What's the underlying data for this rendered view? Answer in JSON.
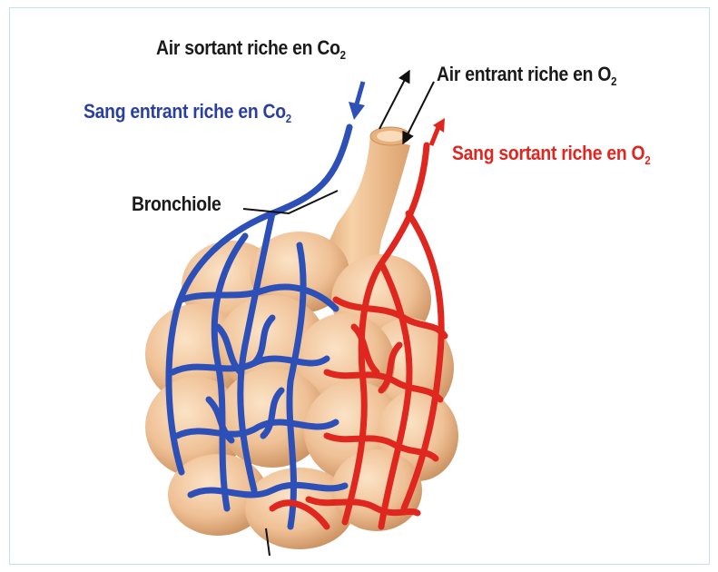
{
  "labels": {
    "air_out": {
      "text": "Air sortant riche  en Co",
      "sub": "2"
    },
    "air_in": {
      "text": "Air entrant riche  en O",
      "sub": "2"
    },
    "blood_in": {
      "text": "Sang entrant riche en Co",
      "sub": "2"
    },
    "blood_out": {
      "text": "Sang sortant riche en O",
      "sub": "2"
    },
    "bronchiole": {
      "text": "Bronchiole"
    }
  },
  "colors": {
    "deoxygenated": "#2b3f9e",
    "oxygenated": "#e0261f",
    "alveolus": "#f0c9a0",
    "bronchiole": "#f3c596",
    "frame": "#bfe3ef"
  }
}
